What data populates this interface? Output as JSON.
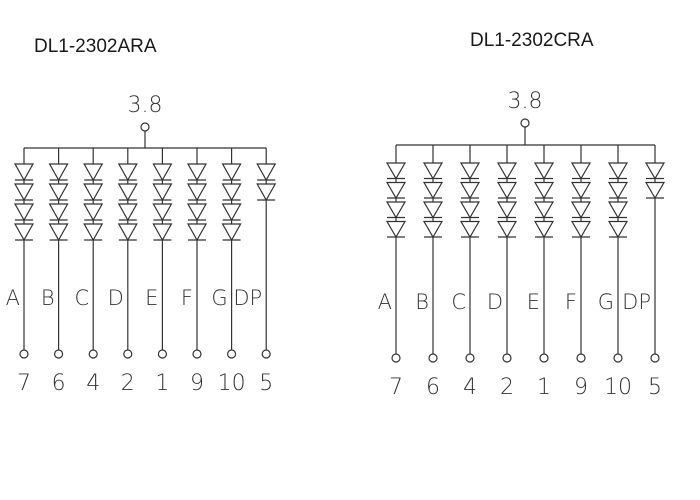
{
  "diagrams": [
    {
      "title": "DL1-2302ARA",
      "common_label": "3.8",
      "segments": [
        {
          "label": "A",
          "pin": "7",
          "diodes": 4
        },
        {
          "label": "B",
          "pin": "6",
          "diodes": 4
        },
        {
          "label": "C",
          "pin": "4",
          "diodes": 4
        },
        {
          "label": "D",
          "pin": "2",
          "diodes": 4
        },
        {
          "label": "E",
          "pin": "1",
          "diodes": 4
        },
        {
          "label": "F",
          "pin": "9",
          "diodes": 4
        },
        {
          "label": "G",
          "pin": "10",
          "diodes": 4
        },
        {
          "label": "DP",
          "pin": "5",
          "diodes": 2
        }
      ]
    },
    {
      "title": "DL1-2302CRA",
      "common_label": "3.8",
      "segments": [
        {
          "label": "A",
          "pin": "7",
          "diodes": 4
        },
        {
          "label": "B",
          "pin": "6",
          "diodes": 4
        },
        {
          "label": "C",
          "pin": "4",
          "diodes": 4
        },
        {
          "label": "D",
          "pin": "2",
          "diodes": 4
        },
        {
          "label": "E",
          "pin": "1",
          "diodes": 4
        },
        {
          "label": "F",
          "pin": "9",
          "diodes": 4
        },
        {
          "label": "G",
          "pin": "10",
          "diodes": 4
        },
        {
          "label": "DP",
          "pin": "5",
          "diodes": 2
        }
      ]
    }
  ],
  "colors": {
    "stroke": "#333333",
    "text": "#1a1a1a"
  }
}
